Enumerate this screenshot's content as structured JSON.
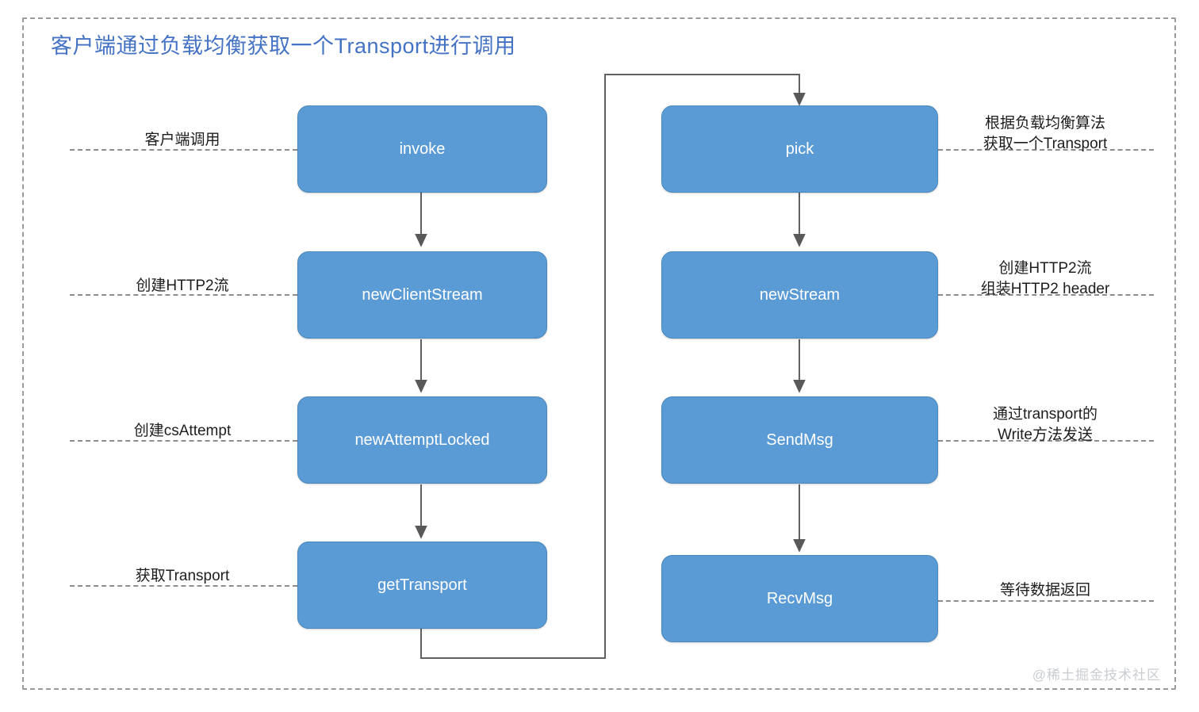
{
  "title": "客户端通过负载均衡获取一个Transport进行调用",
  "colors": {
    "node_fill": "#5b9bd5",
    "node_border": "#4a87ba",
    "node_text": "#ffffff",
    "title": "#4472c4",
    "frame": "#9a9a9a",
    "connector": "#606060",
    "leader": "#8d8d8d",
    "watermark": "#c9cdd2",
    "background": "#ffffff"
  },
  "left_column": {
    "nodes": [
      {
        "label": "invoke"
      },
      {
        "label": "newClientStream"
      },
      {
        "label": "newAttemptLocked"
      },
      {
        "label": "getTransport"
      }
    ],
    "annotations": [
      {
        "text": "客户端调用"
      },
      {
        "text": "创建HTTP2流"
      },
      {
        "text": "创建csAttempt"
      },
      {
        "text": "获取Transport"
      }
    ]
  },
  "right_column": {
    "nodes": [
      {
        "label": "pick"
      },
      {
        "label": "newStream"
      },
      {
        "label": "SendMsg"
      },
      {
        "label": "RecvMsg"
      }
    ],
    "annotations": [
      {
        "text": "根据负载均衡算法\n获取一个Transport"
      },
      {
        "text": "创建HTTP2流\n组装HTTP2 header"
      },
      {
        "text": "通过transport的\nWrite方法发送"
      },
      {
        "text": "等待数据返回"
      }
    ]
  },
  "watermark": "@稀土掘金技术社区"
}
